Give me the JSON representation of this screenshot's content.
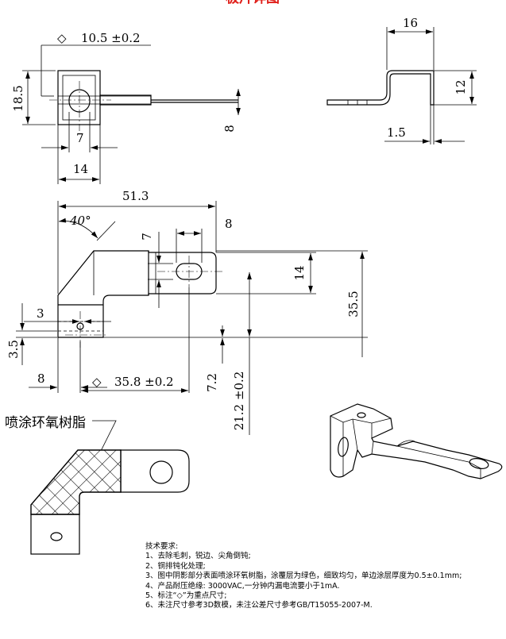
{
  "header": {
    "title": "极片详图",
    "color": "#e0201b"
  },
  "views": {
    "end_view": {
      "dims": {
        "key_mark": "◇",
        "key_width": "10.5 ±0.2",
        "height": "18.5",
        "tab": "8",
        "slot": "7",
        "width": "14"
      }
    },
    "side_view": {
      "dims": {
        "top": "16",
        "rise": "12",
        "thickness": "1.5"
      }
    },
    "front_view": {
      "dims": {
        "length": "51.3",
        "angle": "40°",
        "slot_w": "7",
        "tab_w": "8",
        "tab_h": "14",
        "total_h": "35.5",
        "hole_dia": "3",
        "base_off": "3.5",
        "base_w": "8",
        "key_mark": "◇",
        "key_len": "35.8 ±0.2",
        "small_h": "7.2",
        "key_h": "21.2 ±0.2"
      }
    },
    "coating_view": {
      "label": "喷涂环氧树脂"
    }
  },
  "notes": {
    "heading": "技术要求:",
    "items": [
      "1、去除毛刺，锐边、尖角倒钝;",
      "2、铜排钝化处理;",
      "3、图中阴影部分表面喷涂环氧树脂，涂覆层为绿色，细致均匀，单边涂层厚度为0.5±0.1mm;",
      "4、产品耐压绝缘: 3000VAC,一分钟内漏电流要小于1mA.",
      "5、标注“◇”为重点尺寸;",
      "6、未注尺寸参考3D数模，未注公差尺寸参考GB/T15055-2007-M."
    ]
  }
}
